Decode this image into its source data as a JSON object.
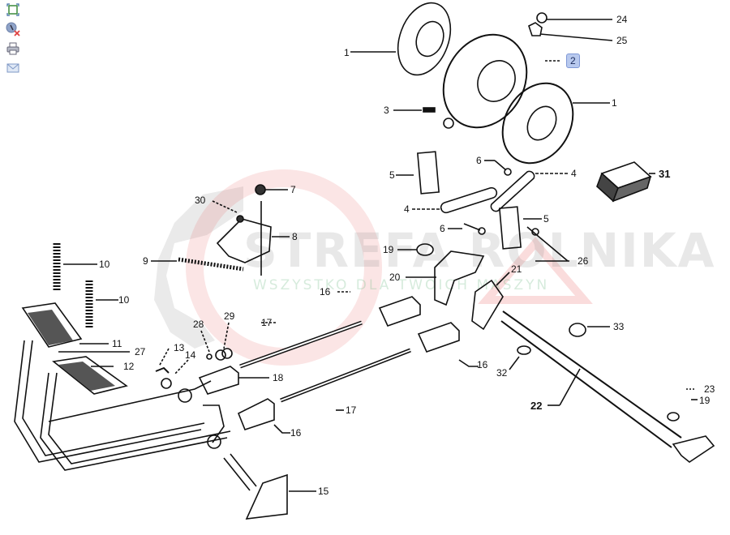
{
  "toolbar": {
    "items": [
      {
        "name": "fit-to-screen",
        "icon": "fit-screen-icon"
      },
      {
        "name": "zoom-reset",
        "icon": "zoom-cancel-icon"
      },
      {
        "name": "print",
        "icon": "printer-icon"
      },
      {
        "name": "email",
        "icon": "envelope-icon"
      }
    ]
  },
  "watermark": {
    "brand": "STREFA ROLNIKA",
    "tagline": "WSZYSTKO DLA TWOICH MASZYN"
  },
  "diagram": {
    "title": "Brake pedal assembly exploded view",
    "highlighted_part": "2",
    "labels": {
      "p1a": "1",
      "p1b": "1",
      "p2": "2",
      "p3": "3",
      "p4a": "4",
      "p4b": "4",
      "p5a": "5",
      "p5b": "5",
      "p6a": "6",
      "p6b": "6",
      "p7": "7",
      "p8": "8",
      "p9": "9",
      "p10a": "10",
      "p10b": "10",
      "p11": "11",
      "p12": "12",
      "p13": "13",
      "p14": "14",
      "p15": "15",
      "p16a": "16",
      "p16b": "16",
      "p16c": "16",
      "p17a": "17",
      "p17b": "17",
      "p18": "18",
      "p19a": "19",
      "p19b": "19",
      "p20": "20",
      "p21": "21",
      "p22": "22",
      "p23": "23",
      "p24": "24",
      "p25": "25",
      "p26": "26",
      "p27": "27",
      "p28": "28",
      "p29": "29",
      "p30": "30",
      "p31": "31",
      "p32": "32",
      "p33": "33"
    }
  }
}
